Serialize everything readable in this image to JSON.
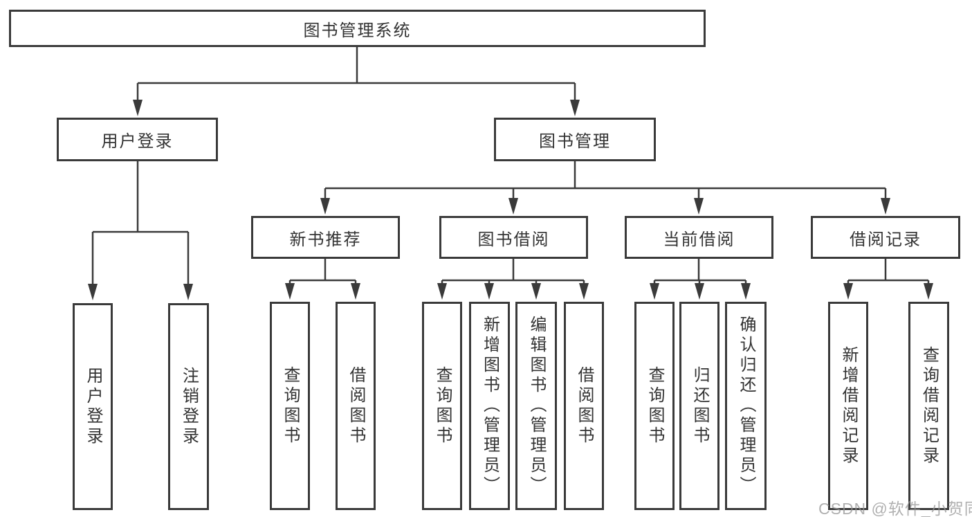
{
  "tree": {
    "label": "图书管理系统",
    "children": [
      {
        "label": "用户登录",
        "children": [
          {
            "label": "用户登录"
          },
          {
            "label": "注销登录"
          }
        ]
      },
      {
        "label": "图书管理",
        "children": [
          {
            "label": "新书推荐",
            "children": [
              {
                "label": "查询图书"
              },
              {
                "label": "借阅图书"
              }
            ]
          },
          {
            "label": "图书借阅",
            "children": [
              {
                "label": "查询图书"
              },
              {
                "label": "新增图书（管理员）"
              },
              {
                "label": "编辑图书（管理员）"
              },
              {
                "label": "借阅图书"
              }
            ]
          },
          {
            "label": "当前借阅",
            "children": [
              {
                "label": "查询图书"
              },
              {
                "label": "归还图书"
              },
              {
                "label": "确认归还（管理员）"
              }
            ]
          },
          {
            "label": "借阅记录",
            "children": [
              {
                "label": "新增借阅记录"
              },
              {
                "label": "查询借阅记录"
              }
            ]
          }
        ]
      }
    ]
  },
  "watermark": {
    "text": "CSDN @软件_小贺同学"
  },
  "colors": {
    "line": "#3a3a3a",
    "text": "#333333",
    "background": "#ffffff",
    "watermark": "#969696"
  }
}
